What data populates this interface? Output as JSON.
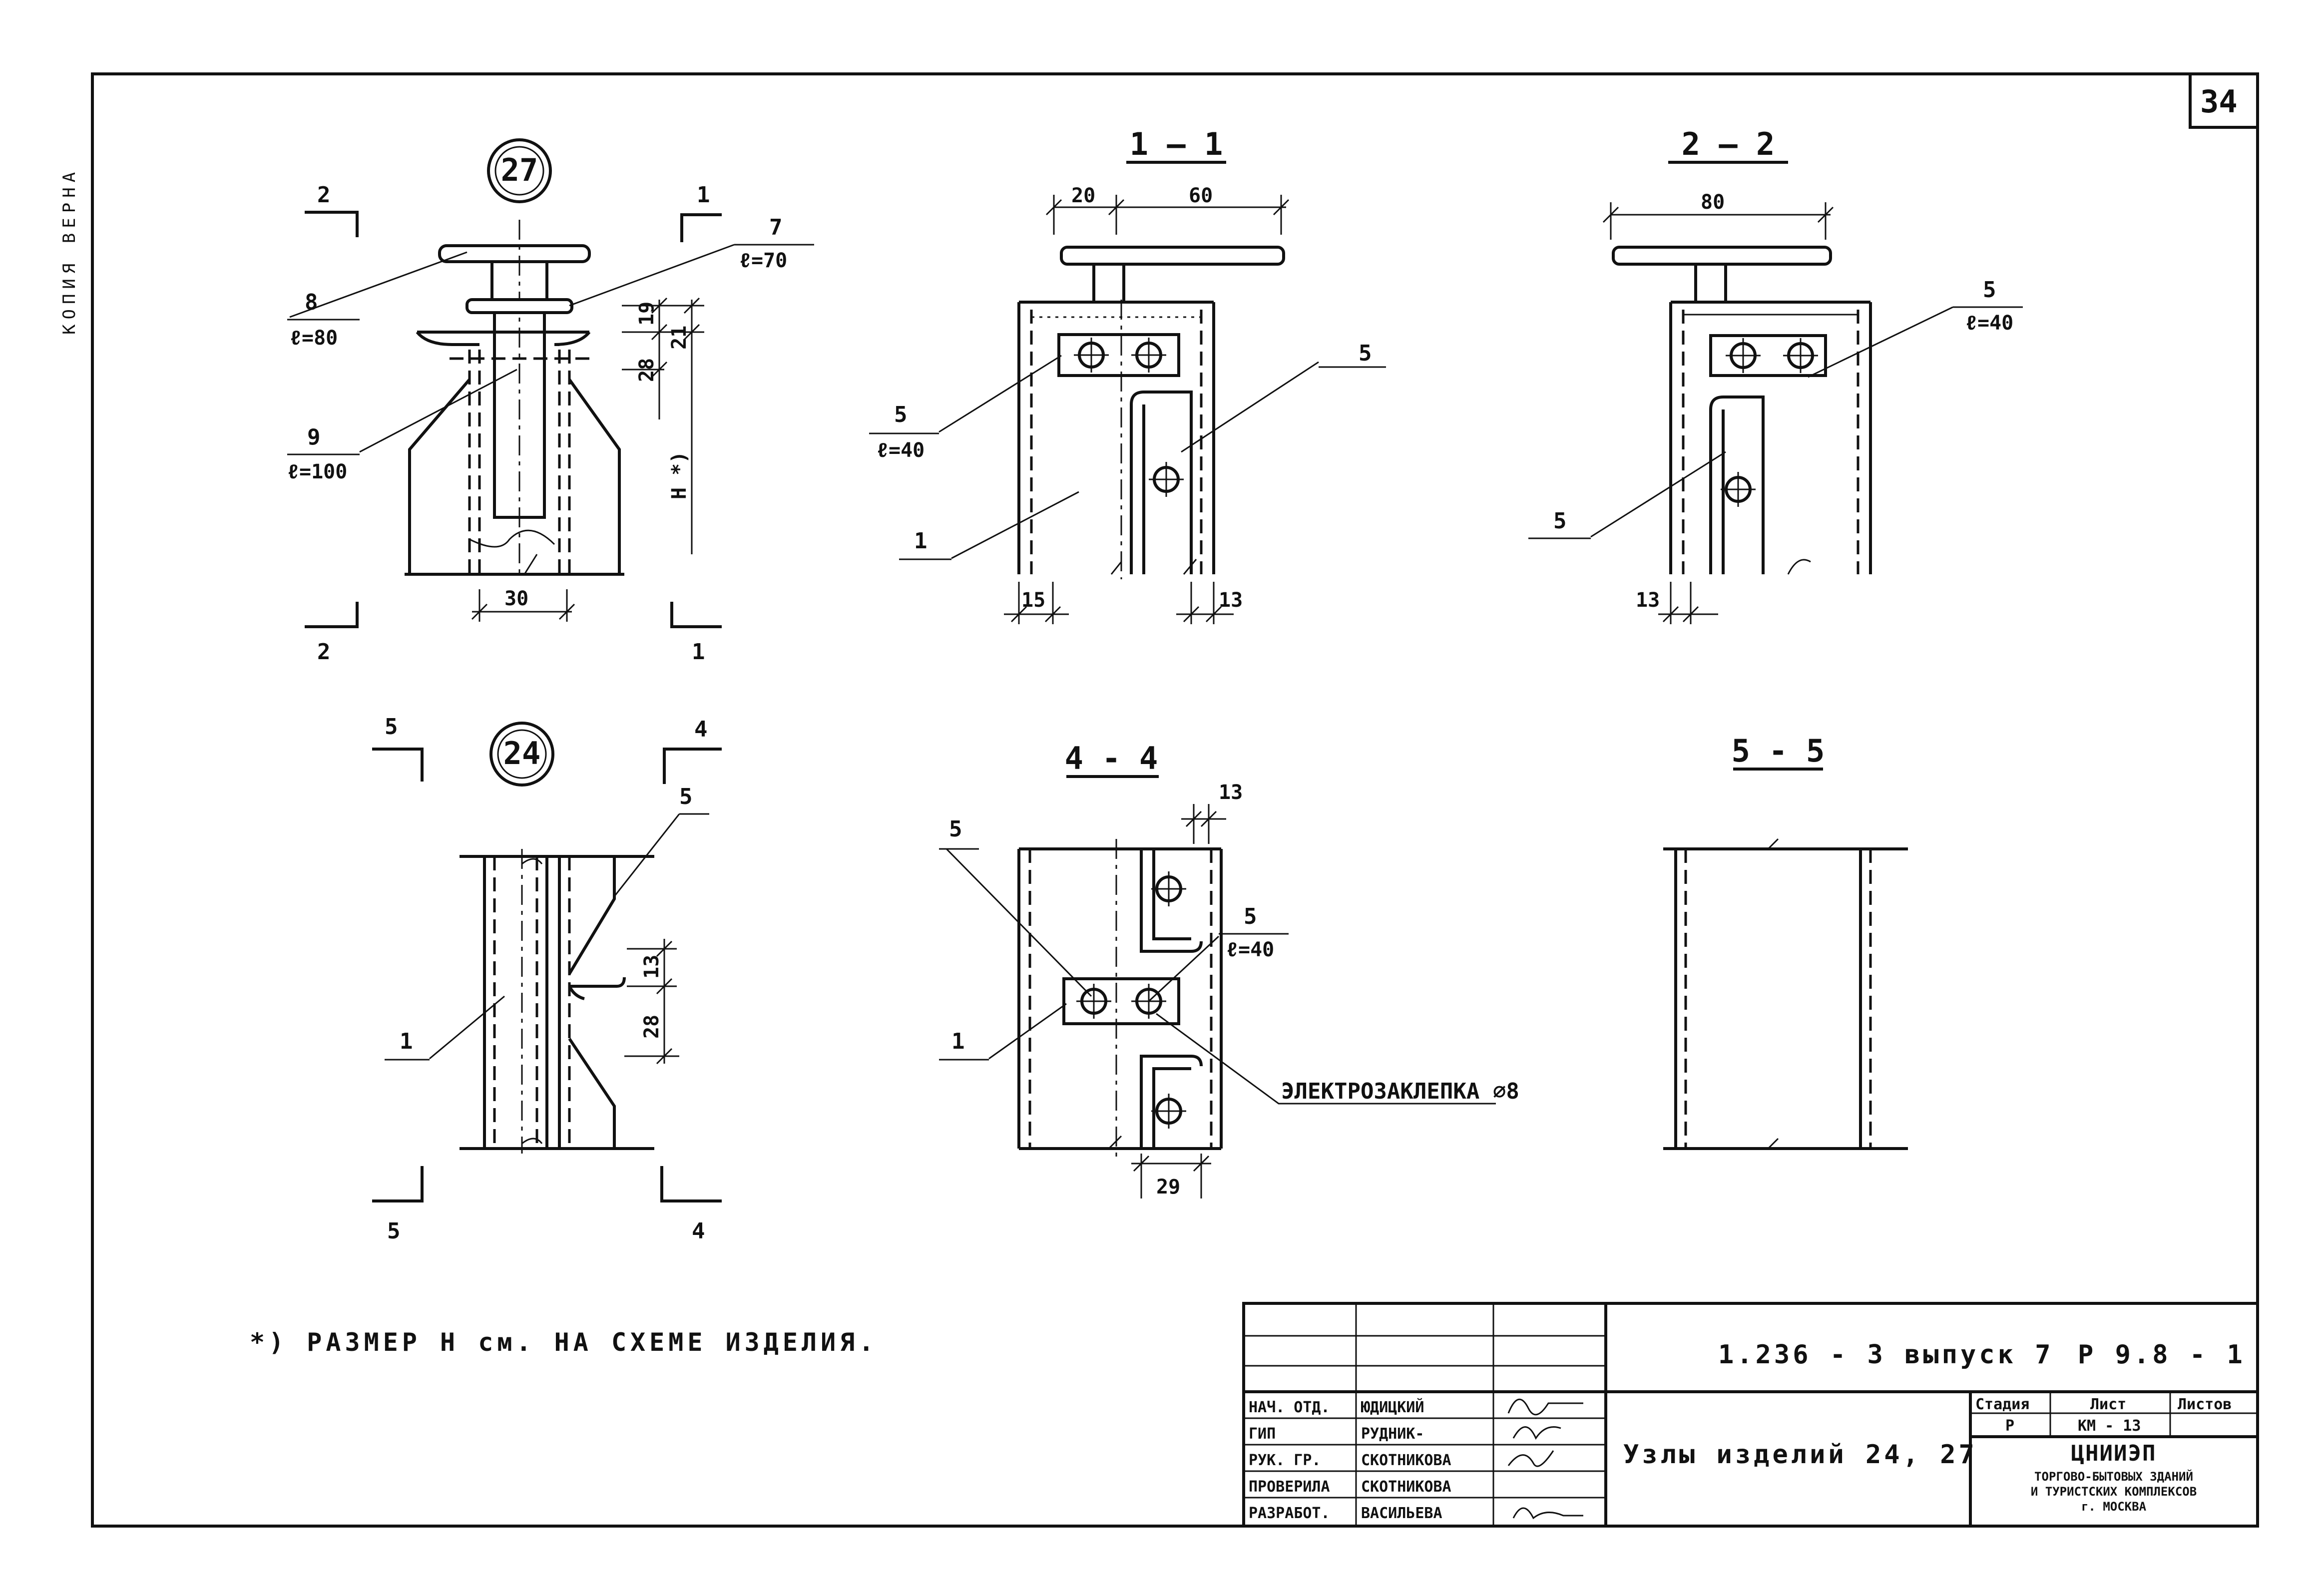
{
  "sheet": {
    "side_stamp": "КОПИЯ ВЕРНА",
    "sheet_number": "34",
    "footnote": "*) РАЗМЕР Н см. НА СХЕМЕ ИЗДЕЛИЯ."
  },
  "node27": {
    "badge": "27",
    "cut_left_top": "2",
    "cut_left_bottom": "2",
    "cut_right_top": "1",
    "cut_right_bottom": "1",
    "pos8": "8",
    "len8": "ℓ=80",
    "pos7": "7",
    "len7": "ℓ=70",
    "pos9": "9",
    "len9": "ℓ=100",
    "dim_19": "19",
    "dim_28": "28",
    "dim_21": "21",
    "dim_H": "Н *)",
    "dim_30": "30"
  },
  "section11": {
    "title": "1 — 1",
    "dim_20": "20",
    "dim_60": "60",
    "pos5": "5",
    "len5": "ℓ=40",
    "pos5b": "5",
    "pos1": "1",
    "dim_15": "15",
    "dim_13": "13"
  },
  "section22": {
    "title": "2 — 2",
    "dim_80": "80",
    "pos5": "5",
    "len5": "ℓ=40",
    "pos5b": "5",
    "dim_13": "13"
  },
  "node24": {
    "badge": "24",
    "cut_left_top": "5",
    "cut_left_bottom": "5",
    "cut_right_top": "4",
    "cut_right_bottom": "4",
    "pos5": "5",
    "pos1": "1",
    "dim_28": "28",
    "dim_13": "13"
  },
  "section44": {
    "title": "4 - 4",
    "dim_13": "13",
    "pos5": "5",
    "pos5b": "5",
    "len5": "ℓ=40",
    "pos1": "1",
    "rivet_label": "ЭЛЕКТРОЗАКЛЕПКА ∅8",
    "dim_29": "29"
  },
  "section55": {
    "title": "5 - 5"
  },
  "title_block": {
    "doc_code": "1.236 - 3   выпуск 7",
    "sheet_code": "Р 9.8 - 1",
    "title": "Узлы изделий 24, 27",
    "stage_header": "Стадия",
    "sheet_header": "Лист",
    "sheets_header": "Листов",
    "stage_value": "Р",
    "sheet_value": "КМ - 13",
    "org_name": "ЦНИИЭП",
    "org_line1": "ТОРГОВО-БЫТОВЫХ ЗДАНИЙ",
    "org_line2": "И ТУРИСТСКИХ КОМПЛЕКСОВ",
    "org_city": "г. МОСКВА",
    "rows": [
      {
        "role": "НАЧ. ОТД.",
        "name": "ЮДИЦКИЙ"
      },
      {
        "role": "ГИП",
        "name": "РУДНИК-"
      },
      {
        "role": "РУК. ГР.",
        "name": "СКОТНИКОВА"
      },
      {
        "role": "ПРОВЕРИЛА",
        "name": "СКОТНИКОВА"
      },
      {
        "role": "РАЗРАБОТ.",
        "name": "ВАСИЛЬЕВА"
      }
    ]
  }
}
